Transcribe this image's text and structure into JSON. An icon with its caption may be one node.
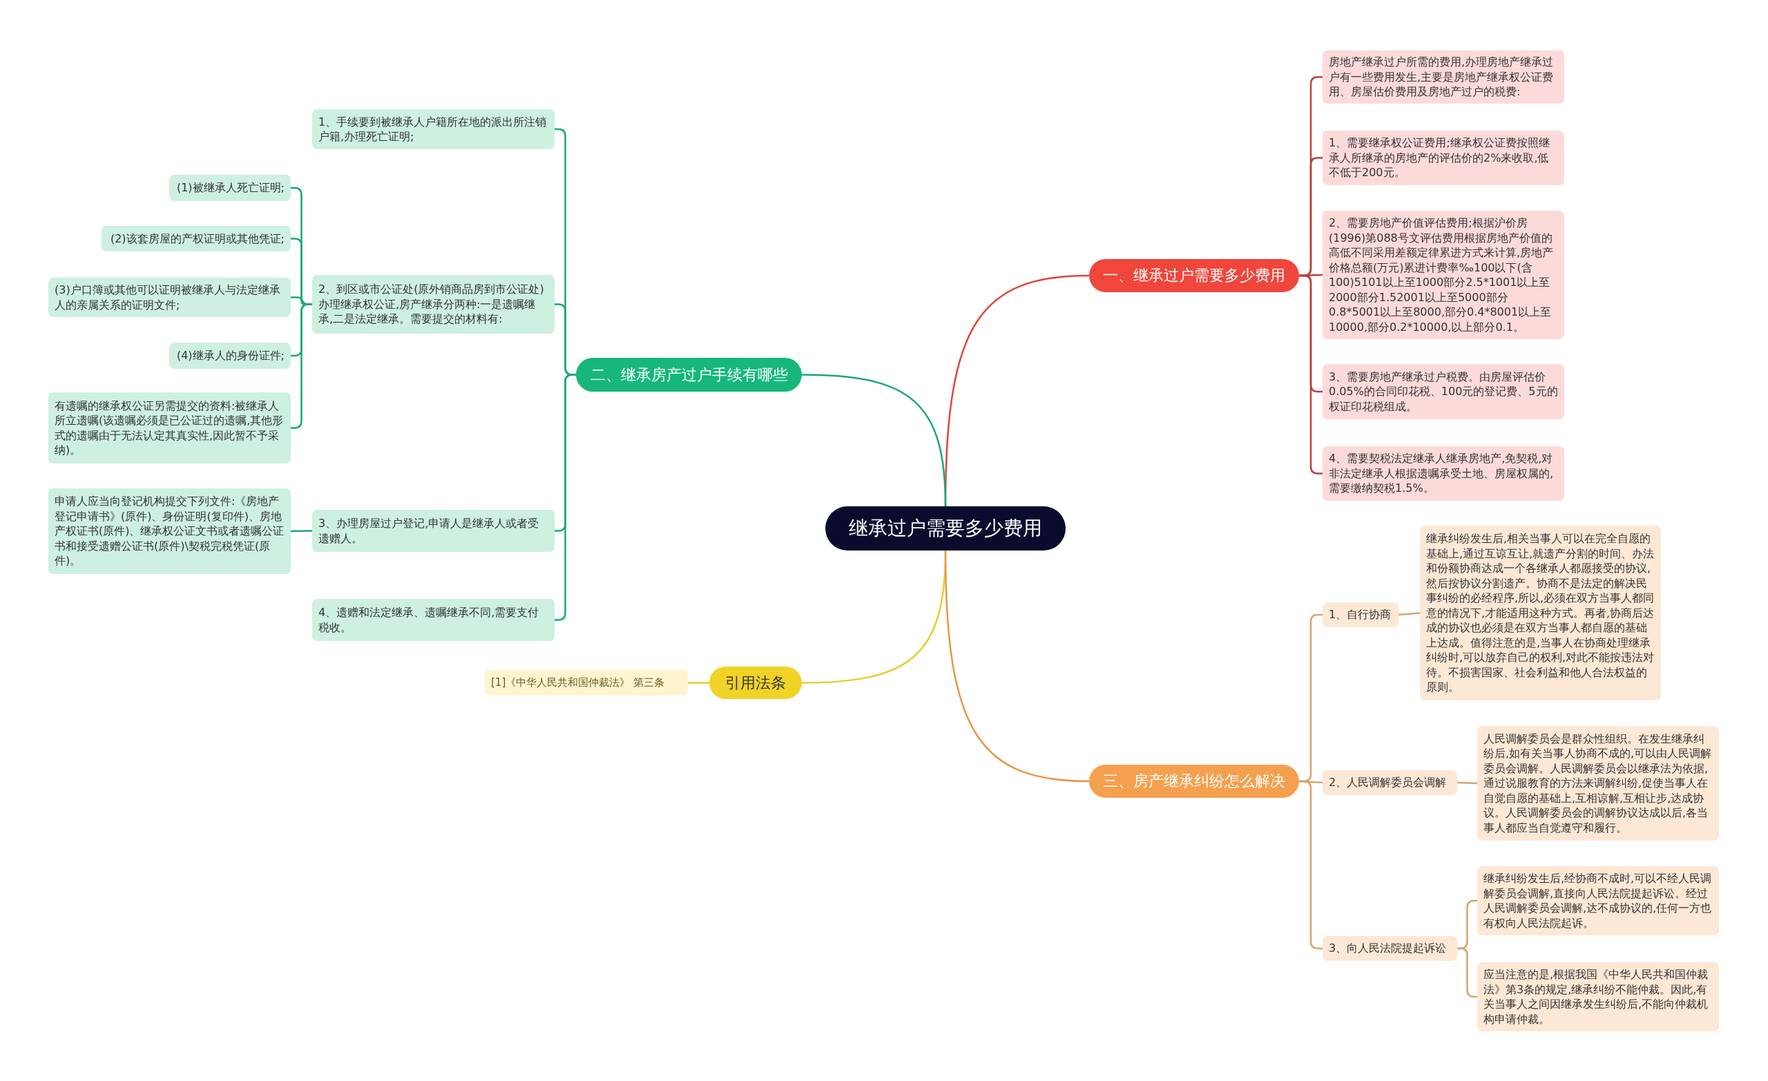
{
  "diagram": {
    "nodes": [
      {
        "text": [
          "继承过户需要多少费用"
        ]
      },
      {
        "text": [
          "一、继承过户需要多少费用"
        ]
      },
      {
        "text": [
          "房地产继承过户所需的费用,办理房地产继承过户有一些费用发生,主要是房地产继承权公证费用、房屋估价费用及房地产过户的税费:"
        ]
      },
      {
        "text": [
          "1、需要继承权公证费用;继承权公证费按照继承人所继承的房地产的评估价的2%来收取,低不低于200元。"
        ]
      },
      {
        "text": [
          "2、需要房地产价值评估费用;根据沪价房(1996)第088号文评估费用根据房地产价值的高低不同采用差额定律累进方式来计算,房地产价格总额(万元)累进计费率‰100以下(含100)5101以上至1000部分2.5*1001以上至2000部分1.52001以上至5000部分0.8*5001以上至8000,部分0.4*8001以上至10000,部分0.2*10000,以上部分0.1。"
        ]
      },
      {
        "text": [
          "3、需要房地产继承过户税费。由房屋评估价0.05%的合同印花税、100元的登记费、5元的权证印花税组成。"
        ]
      },
      {
        "text": [
          "4、需要契税法定继承人继承房地产,免契税,对非法定继承人根据遗嘱承受土地、房屋权属的,需要缴纳契税1.5%。"
        ]
      },
      {
        "text": [
          "二、继承房产过户手续有哪些"
        ]
      },
      {
        "text": [
          "1、手续要到被继承人户籍所在地的派出所注销户籍,办理死亡证明;"
        ]
      },
      {
        "text": [
          "2、到区或市公证处(原外销商品房到市公证处)办理继承权公证,房产继承分两种:一是遗嘱继承,二是法定继承。需要提交的材料有:"
        ]
      },
      {
        "text": [
          "(1)被继承人死亡证明;"
        ]
      },
      {
        "text": [
          "(2)该套房屋的产权证明或其他凭证;"
        ]
      },
      {
        "text": [
          "(3)户口簿或其他可以证明被继承人与法定继承人的亲属关系的证明文件;"
        ]
      },
      {
        "text": [
          "(4)继承人的身份证件;"
        ]
      },
      {
        "text": [
          "有遗嘱的继承权公证另需提交的资料:被继承人所立遗嘱(该遗嘱必须是已公证过的遗嘱,其他形式的遗嘱由于无法认定其真实性,因此暂不予采纳)。"
        ]
      },
      {
        "text": [
          "3、办理房屋过户登记,申请人是继承人或者受遗赠人。"
        ]
      },
      {
        "text": [
          "申请人应当向登记机构提交下列文件:《房地产登记申请书》(原件)、身份证明(复印件)、房地产权证书(原件)、继承权公证文书或者遗嘱公证书和接受遗赠公证书(原件)\\契税完税凭证(原件)。"
        ]
      },
      {
        "text": [
          "4、遗赠和法定继承、遗嘱继承不同,需要支付税收。"
        ]
      },
      {
        "text": [
          "引用法条"
        ]
      },
      {
        "text": [
          "[1]《中华人民共和国仲裁法》 第三条"
        ]
      },
      {
        "text": [
          "三、房产继承纠纷怎么解决"
        ]
      },
      {
        "text": [
          "1、自行协商"
        ]
      },
      {
        "text": [
          "继承纠纷发生后,相关当事人可以在完全自愿的基础上,通过互谅互让,就遗产分割的时间、办法和份额协商达成一个各继承人都愿接受的协议,然后按协议分割遗产。协商不是法定的解决民事纠纷的必经程序,所以,必须在双方当事人都同意的情况下,才能适用这种方式。再者,协商后达成的协议也必须是在双方当事人都自愿的基础上达成。值得注意的是,当事人在协商处理继承纠纷时,可以放弃自己的权利,对此不能按违法对待。不损害国家、社会利益和他人合法权益的原则。"
        ]
      },
      {
        "text": [
          "2、人民调解委员会调解"
        ]
      },
      {
        "text": [
          "人民调解委员会是群众性组织。在发生继承纠纷后,如有关当事人协商不成的,可以由人民调解委员会调解。人民调解委员会以继承法为依据,通过说服教育的方法来调解纠纷,促使当事人在自觉自愿的基础上,互相谅解,互相让步,达成协议。人民调解委员会的调解协议达成以后,各当事人都应当自觉遵守和履行。"
        ]
      },
      {
        "text": [
          "3、向人民法院提起诉讼"
        ]
      },
      {
        "text": [
          "继承纠纷发生后,经协商不成时,可以不经人民调解委员会调解,直接向人民法院提起诉讼。经过人民调解委员会调解,达不成协议的,任何一方也有权向人民法院起诉。"
        ]
      },
      {
        "text": [
          "应当注意的是,根据我国《中华人民共和国仲裁法》第3条的规定,继承纠纷不能仲裁。因此,有关当事人之间因继承发生纠纷后,不能向仲裁机构申请仲裁。"
        ]
      }
    ],
    "edges": [
      {
        "from": 0,
        "to": 1,
        "arrow": "none",
        "color": "#e0443a"
      },
      {
        "from": 1,
        "to": 2,
        "arrow": "none",
        "color": "#b8413c"
      },
      {
        "from": 1,
        "to": 3,
        "arrow": "none",
        "color": "#b8413c"
      },
      {
        "from": 1,
        "to": 4,
        "arrow": "none",
        "color": "#b8413c"
      },
      {
        "from": 1,
        "to": 5,
        "arrow": "none",
        "color": "#b8413c"
      },
      {
        "from": 1,
        "to": 6,
        "arrow": "none",
        "color": "#b8413c"
      },
      {
        "from": 0,
        "to": 7,
        "arrow": "none",
        "color": "#1aa874"
      },
      {
        "from": 7,
        "to": 8,
        "arrow": "none",
        "color": "#1aa874"
      },
      {
        "from": 7,
        "to": 9,
        "arrow": "none",
        "color": "#1aa874"
      },
      {
        "from": 9,
        "to": 10,
        "arrow": "none",
        "color": "#1aa874"
      },
      {
        "from": 9,
        "to": 11,
        "arrow": "none",
        "color": "#1aa874"
      },
      {
        "from": 9,
        "to": 12,
        "arrow": "none",
        "color": "#1aa874"
      },
      {
        "from": 9,
        "to": 13,
        "arrow": "none",
        "color": "#1aa874"
      },
      {
        "from": 9,
        "to": 14,
        "arrow": "none",
        "color": "#1aa874"
      },
      {
        "from": 7,
        "to": 15,
        "arrow": "none",
        "color": "#1aa874"
      },
      {
        "from": 15,
        "to": 16,
        "arrow": "none",
        "color": "#1aa874"
      },
      {
        "from": 7,
        "to": 17,
        "arrow": "none",
        "color": "#1aa874"
      },
      {
        "from": 0,
        "to": 18,
        "arrow": "none",
        "color": "#e8cd2a"
      },
      {
        "from": 18,
        "to": 19,
        "arrow": "none",
        "color": "#e8cd2a"
      },
      {
        "from": 0,
        "to": 20,
        "arrow": "none",
        "color": "#e8954a"
      },
      {
        "from": 20,
        "to": 21,
        "arrow": "none",
        "color": "#d9a36c"
      },
      {
        "from": 20,
        "to": 23,
        "arrow": "none",
        "color": "#d9a36c"
      },
      {
        "from": 20,
        "to": 25,
        "arrow": "none",
        "color": "#d9a36c"
      },
      {
        "from": 21,
        "to": 22,
        "arrow": "none",
        "color": "#d9a36c"
      },
      {
        "from": 23,
        "to": 24,
        "arrow": "none",
        "color": "#d9a36c"
      },
      {
        "from": 25,
        "to": 26,
        "arrow": "none",
        "color": "#d9a36c"
      },
      {
        "from": 25,
        "to": 27,
        "arrow": "none",
        "color": "#d9a36c"
      }
    ]
  }
}
